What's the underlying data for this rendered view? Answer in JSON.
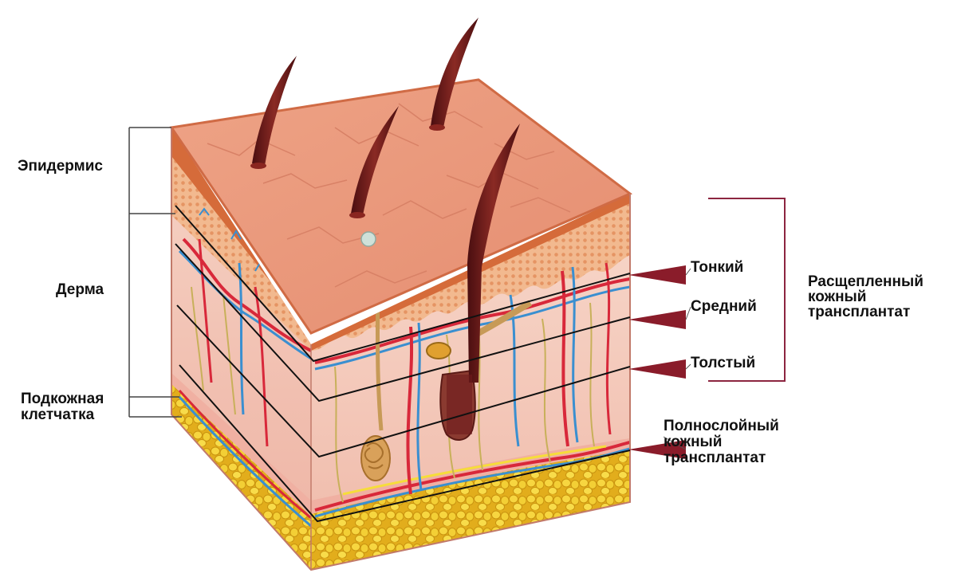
{
  "layers": {
    "epidermis": "Эпидермис",
    "dermis": "Дерма",
    "subcutaneous_line1": "Подкожная",
    "subcutaneous_line2": "клетчатка"
  },
  "split_depths": {
    "thin": "Тонкий",
    "medium": "Средний",
    "thick": "Толстый"
  },
  "split_graft": {
    "line1": "Расщепленный",
    "line2": "кожный",
    "line3": "трансплантат"
  },
  "full_graft": {
    "line1": "Полнослойный",
    "line2": "кожный",
    "line3": "трансплантат"
  },
  "colors": {
    "epidermis_top": "#e79a7c",
    "epidermis_layer": "#d9713d",
    "dermis": "#f3c4b6",
    "fat": "#f0cc3a",
    "artery": "#d8283a",
    "vein": "#3a8fd0",
    "hair": "#6e1a1c",
    "marker": "#8a1c2a",
    "bracket_right": "#8c2540",
    "bracket_left": "#444444"
  }
}
